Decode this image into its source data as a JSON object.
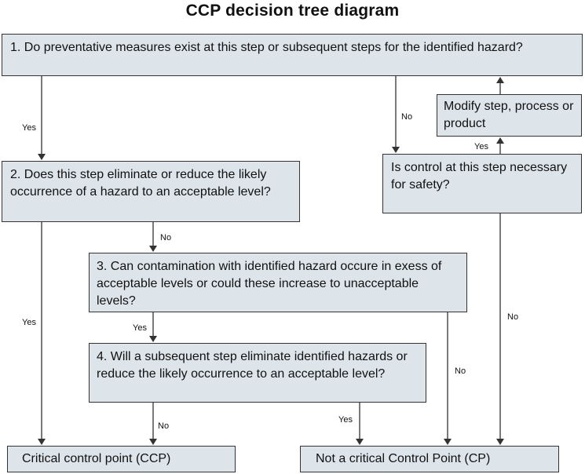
{
  "title": "CCP decision tree diagram",
  "boxes": {
    "q1": "1. Do preventative measures exist at this step or subsequent steps for the identified hazard?",
    "q2": "2. Does this step eliminate or reduce the likely occurrence of a hazard to an acceptable level?",
    "q3": "3. Can contamination with identified hazard occure in exess of acceptable levels or could these increase to unacceptable levels?",
    "q4": "4. Will a subsequent step eliminate identified hazards or reduce the likely occurrence to an acceptable level?",
    "control_question": "Is control at this step necessary for safety?",
    "modify": "Modify step, process or product",
    "ccp": "Critical control point (CCP)",
    "not_ccp": "Not a critical Control Point (CP)"
  },
  "edge_labels": {
    "q1_yes": "Yes",
    "q1_no": "No",
    "control_yes": "Yes",
    "control_no": "No",
    "q2_yes": "Yes",
    "q2_no": "No",
    "q3_yes": "Yes",
    "q3_no": "No",
    "q4_yes": "Yes",
    "q4_no": "No"
  },
  "colors": {
    "box_fill": "#dde5eb",
    "line": "#333333"
  }
}
